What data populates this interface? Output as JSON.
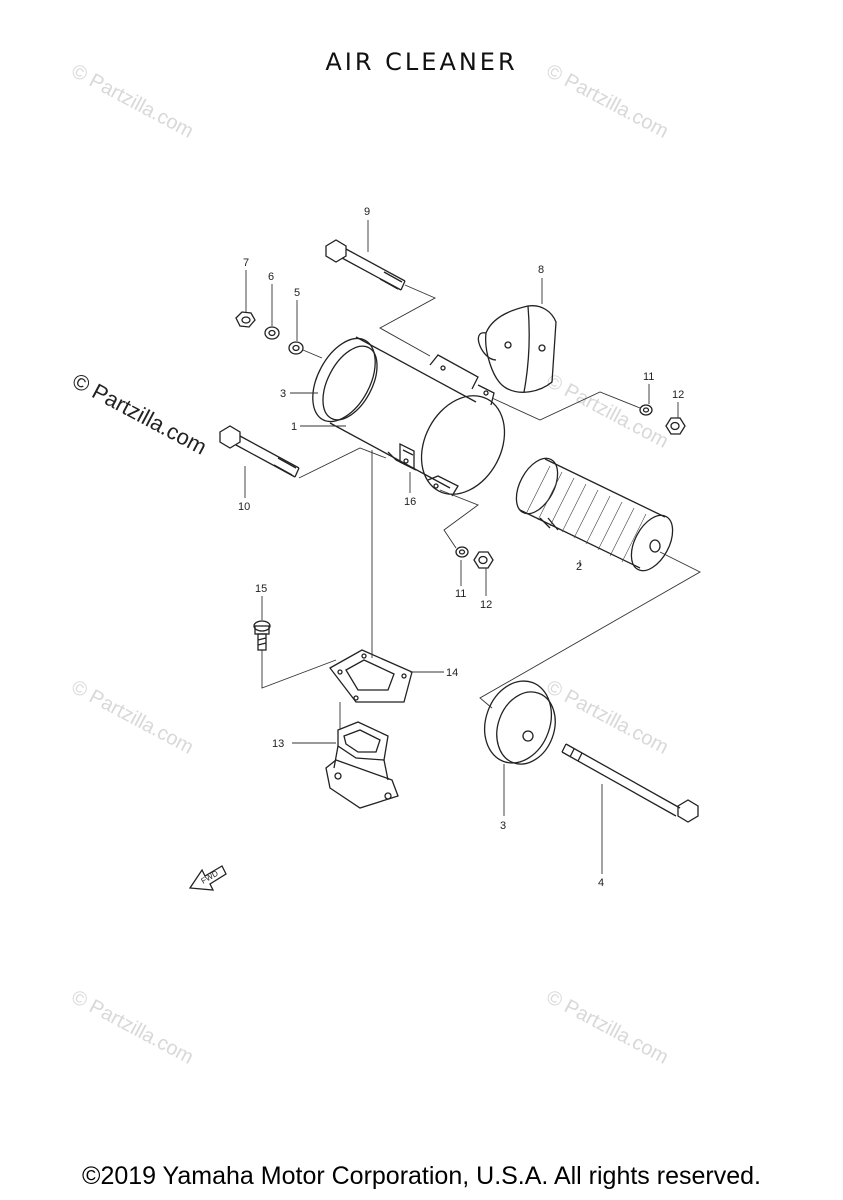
{
  "title": "AIR CLEANER",
  "copyright": "©2019 Yamaha Motor Corporation, U.S.A. All rights reserved.",
  "watermark": "© Partzilla.com",
  "fwd_label": "FWD",
  "callouts": {
    "c1": "1",
    "c2": "2",
    "c3a": "3",
    "c3b": "3",
    "c4": "4",
    "c5": "5",
    "c6": "6",
    "c7": "7",
    "c8": "8",
    "c9": "9",
    "c10": "10",
    "c11a": "11",
    "c11b": "11",
    "c12a": "12",
    "c12b": "12",
    "c13": "13",
    "c14": "14",
    "c15": "15",
    "c16": "16"
  },
  "colors": {
    "line": "#222222",
    "watermark": "#d8d8d8"
  }
}
